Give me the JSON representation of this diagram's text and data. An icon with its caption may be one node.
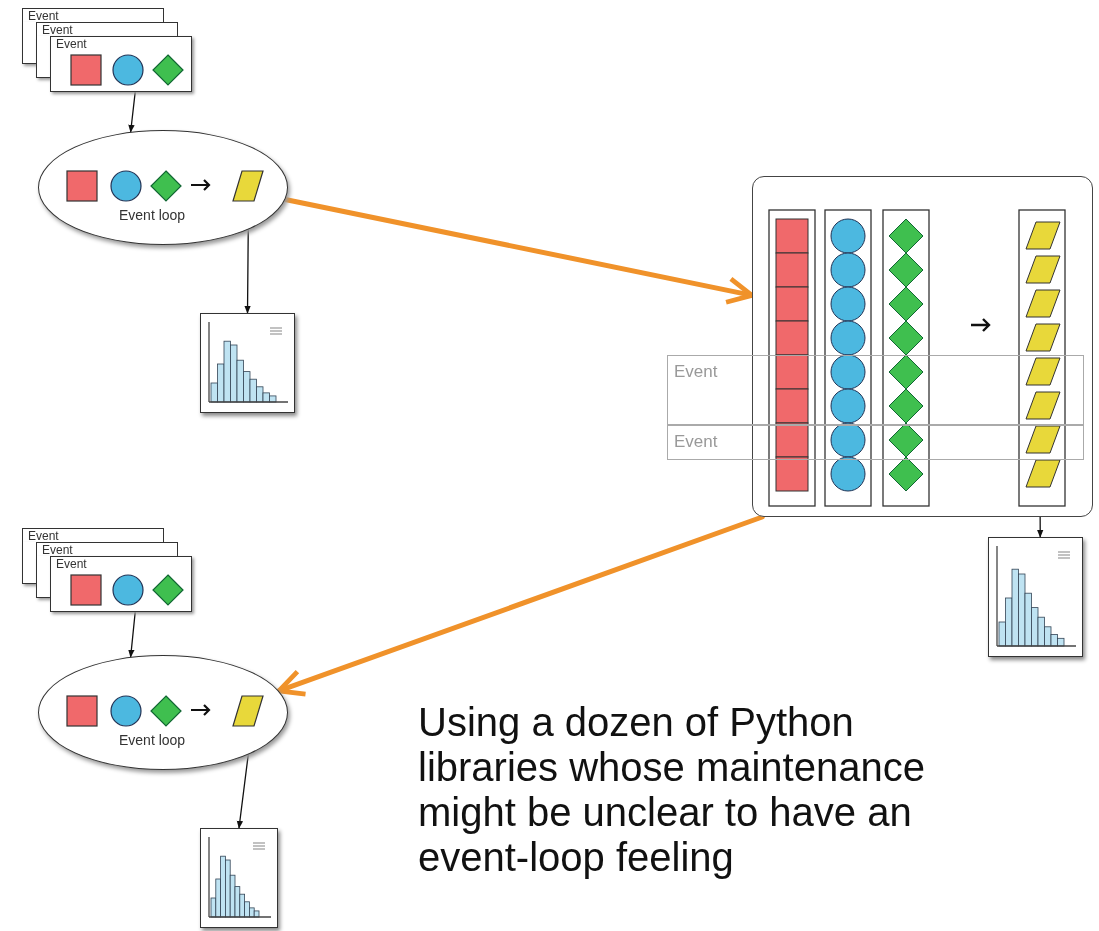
{
  "diagram": {
    "nodes": [
      {
        "text": [
          "Event"
        ]
      },
      {
        "text": [
          "Event"
        ]
      },
      {
        "text": [
          "Event"
        ]
      },
      {
        "text": [
          "Event loop"
        ]
      },
      {
        "text": [],
        "shape": "histogram"
      },
      {
        "text": [],
        "shape": "box"
      },
      {
        "text": [
          "Event"
        ]
      },
      {
        "text": [
          "Event"
        ]
      },
      {
        "text": [],
        "shape": "histogram"
      },
      {
        "text": [
          "Event"
        ]
      },
      {
        "text": [
          "Event"
        ]
      },
      {
        "text": [
          "Event"
        ]
      },
      {
        "text": [
          "Event loop"
        ]
      },
      {
        "text": [],
        "shape": "histogram"
      }
    ],
    "edges": [
      {
        "from": 2,
        "to": 3,
        "arrow": "to"
      },
      {
        "from": 3,
        "to": 4,
        "arrow": "to"
      },
      {
        "from": 3,
        "to": 5,
        "arrow": "to",
        "style": "thick",
        "color": "#f0922a"
      },
      {
        "from": 5,
        "to": 12,
        "arrow": "to",
        "style": "thick",
        "color": "#f0922a"
      },
      {
        "from": 5,
        "to": 8,
        "arrow": "to"
      },
      {
        "from": 11,
        "to": 12,
        "arrow": "to"
      },
      {
        "from": 12,
        "to": 13,
        "arrow": "to"
      }
    ],
    "labels": [
      "Using a dozen of Python libraries whose maintenance might be unclear to have an event-loop feeling"
    ]
  }
}
